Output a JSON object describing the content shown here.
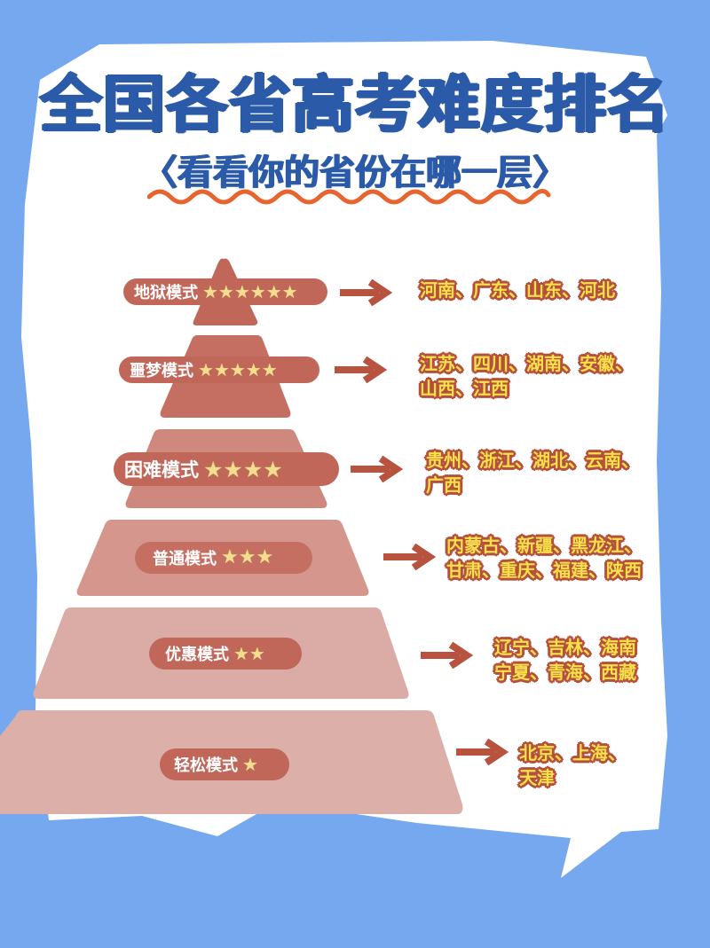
{
  "header": {
    "title": "全国各省高考难度排名",
    "subtitle": "〈看看你的省份在哪一层〉"
  },
  "colors": {
    "background_blue": "#75a8ee",
    "title_blue": "#2b5ba8",
    "wave_orange": "#e8642e",
    "label_red": "#c0675a",
    "tier_colors": [
      "#c0675a",
      "#c56f63",
      "#cf887d",
      "#d5978d",
      "#daaca5",
      "#dcb0a9"
    ],
    "province_text": "#f7e04a",
    "province_outline": "#b5503c",
    "arrow": "#b8533f",
    "star": "#f3dd8f"
  },
  "tiers": [
    {
      "label": "地狱模式",
      "stars": 6,
      "star_text": "★★★★★★",
      "provinces_line1": "河南、广东、山东、河北",
      "provinces_line2": ""
    },
    {
      "label": "噩梦模式",
      "stars": 5,
      "star_text": "★★★★★",
      "provinces_line1": "江苏、四川、湖南、安徽、",
      "provinces_line2": "山西、江西"
    },
    {
      "label": "困难模式",
      "stars": 4,
      "star_text": "★★★★",
      "provinces_line1": "贵州、浙江、湖北、云南、",
      "provinces_line2": "广西"
    },
    {
      "label": "普通模式",
      "stars": 3,
      "star_text": "★★★",
      "provinces_line1": "内蒙古、新疆、黑龙江、",
      "provinces_line2": "甘肃、重庆、福建、陕西"
    },
    {
      "label": "优惠模式",
      "stars": 2,
      "star_text": "★★",
      "provinces_line1": "辽宁、吉林、海南",
      "provinces_line2": "宁夏、青海、西藏"
    },
    {
      "label": "轻松模式",
      "stars": 1,
      "star_text": "★",
      "provinces_line1": "北京、上海、",
      "provinces_line2": "天津"
    }
  ]
}
